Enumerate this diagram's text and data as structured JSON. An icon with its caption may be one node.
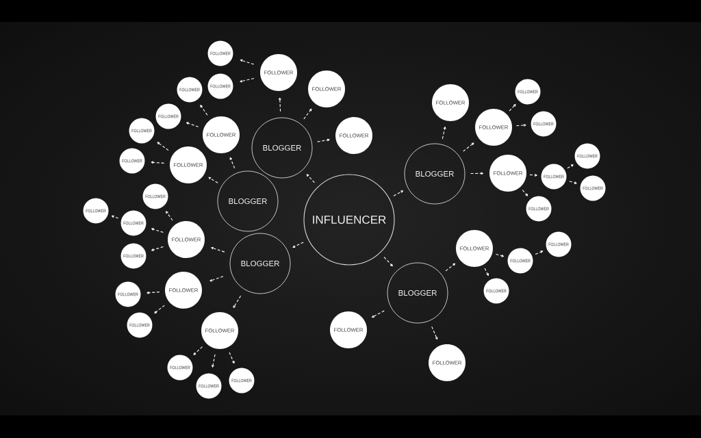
{
  "diagram": {
    "nodes": [
      {
        "text": [
          "INFLUENCER"
        ]
      },
      {
        "text": [
          "BLOGGER"
        ]
      },
      {
        "text": [
          "BLOGGER"
        ]
      },
      {
        "text": [
          "BLOGGER"
        ]
      },
      {
        "text": [
          "BLOGGER"
        ]
      },
      {
        "text": [
          "BLOGGER"
        ]
      },
      {
        "text": [
          "FOLLOWER"
        ]
      },
      {
        "text": [
          "FOLLOWER"
        ]
      },
      {
        "text": [
          "FOLLOWER"
        ]
      },
      {
        "text": [
          "FOLLOWER"
        ]
      },
      {
        "text": [
          "FOLLOWER"
        ]
      },
      {
        "text": [
          "FOLLOWER"
        ]
      },
      {
        "text": [
          "FOLLOWER"
        ]
      },
      {
        "text": [
          "FOLLOWER"
        ]
      },
      {
        "text": [
          "FOLLOWER"
        ]
      },
      {
        "text": [
          "FOLLOWER"
        ]
      },
      {
        "text": [
          "FOLLOWER"
        ]
      },
      {
        "text": [
          "FOLLOWER"
        ]
      },
      {
        "text": [
          "FOLLOWER"
        ]
      },
      {
        "text": [
          "FOLLOWER"
        ]
      },
      {
        "text": [
          "FOLLOWER"
        ]
      },
      {
        "text": [
          "FOLLOWER"
        ]
      },
      {
        "text": [
          "FOLLOWER"
        ]
      },
      {
        "text": [
          "FOLLOWER"
        ]
      },
      {
        "text": [
          "FOLLOWER"
        ]
      },
      {
        "text": [
          "FOLLOWER"
        ]
      },
      {
        "text": [
          "FOLLOWER"
        ]
      },
      {
        "text": [
          "FOLLOWER"
        ]
      },
      {
        "text": [
          "FOLLOWER"
        ]
      },
      {
        "text": [
          "FOLLOWER"
        ]
      },
      {
        "text": [
          "FOLLOWER"
        ]
      },
      {
        "text": [
          "FOLLOWER"
        ]
      },
      {
        "text": [
          "FOLLOWER"
        ]
      },
      {
        "text": [
          "FOLLOWER"
        ]
      },
      {
        "text": [
          "FOLLOWER"
        ]
      },
      {
        "text": [
          "FOLLOWER"
        ]
      },
      {
        "text": [
          "FOLLOWER"
        ]
      },
      {
        "text": [
          "FOLLOWER"
        ]
      },
      {
        "text": [
          "FOLLOWER"
        ]
      },
      {
        "text": [
          "FOLLOWER"
        ]
      },
      {
        "text": [
          "FOLLOWER"
        ]
      },
      {
        "text": [
          "FOLLOWER"
        ]
      },
      {
        "text": [
          "FOLLOWER"
        ]
      },
      {
        "text": [
          "FOLLOWER"
        ]
      }
    ],
    "edges": [
      {
        "from": 0,
        "to": 1,
        "arrow": "to",
        "style": "dashed"
      },
      {
        "from": 0,
        "to": 3,
        "arrow": "to",
        "style": "dashed"
      },
      {
        "from": 0,
        "to": 4,
        "arrow": "to",
        "style": "dashed"
      },
      {
        "from": 0,
        "to": 5,
        "arrow": "to",
        "style": "dashed"
      },
      {
        "from": 1,
        "to": 6,
        "arrow": "to",
        "style": "dashed"
      },
      {
        "from": 1,
        "to": 9,
        "arrow": "to",
        "style": "dashed"
      },
      {
        "from": 1,
        "to": 10,
        "arrow": "to",
        "style": "dashed"
      },
      {
        "from": 6,
        "to": 7,
        "arrow": "to",
        "style": "dashed"
      },
      {
        "from": 6,
        "to": 8,
        "arrow": "to",
        "style": "dashed"
      },
      {
        "from": 2,
        "to": 11,
        "arrow": "to",
        "style": "dashed"
      },
      {
        "from": 2,
        "to": 14,
        "arrow": "to",
        "style": "dashed"
      },
      {
        "from": 11,
        "to": 12,
        "arrow": "to",
        "style": "dashed"
      },
      {
        "from": 11,
        "to": 13,
        "arrow": "to",
        "style": "dashed"
      },
      {
        "from": 14,
        "to": 15,
        "arrow": "to",
        "style": "dashed"
      },
      {
        "from": 14,
        "to": 16,
        "arrow": "to",
        "style": "dashed"
      },
      {
        "from": 3,
        "to": 17,
        "arrow": "to",
        "style": "dashed"
      },
      {
        "from": 3,
        "to": 22,
        "arrow": "to",
        "style": "dashed"
      },
      {
        "from": 3,
        "to": 25,
        "arrow": "to",
        "style": "dashed"
      },
      {
        "from": 17,
        "to": 18,
        "arrow": "to",
        "style": "dashed"
      },
      {
        "from": 17,
        "to": 19,
        "arrow": "to",
        "style": "dashed"
      },
      {
        "from": 17,
        "to": 21,
        "arrow": "to",
        "style": "dashed"
      },
      {
        "from": 19,
        "to": 20,
        "arrow": "to",
        "style": "dashed"
      },
      {
        "from": 22,
        "to": 23,
        "arrow": "to",
        "style": "dashed"
      },
      {
        "from": 22,
        "to": 24,
        "arrow": "to",
        "style": "dashed"
      },
      {
        "from": 25,
        "to": 26,
        "arrow": "to",
        "style": "dashed"
      },
      {
        "from": 25,
        "to": 27,
        "arrow": "to",
        "style": "dashed"
      },
      {
        "from": 25,
        "to": 28,
        "arrow": "to",
        "style": "dashed"
      },
      {
        "from": 4,
        "to": 29,
        "arrow": "to",
        "style": "dashed"
      },
      {
        "from": 4,
        "to": 30,
        "arrow": "to",
        "style": "dashed"
      },
      {
        "from": 4,
        "to": 33,
        "arrow": "to",
        "style": "dashed"
      },
      {
        "from": 30,
        "to": 31,
        "arrow": "to",
        "style": "dashed"
      },
      {
        "from": 30,
        "to": 32,
        "arrow": "to",
        "style": "dashed"
      },
      {
        "from": 33,
        "to": 34,
        "arrow": "to",
        "style": "dashed"
      },
      {
        "from": 33,
        "to": 37,
        "arrow": "to",
        "style": "dashed"
      },
      {
        "from": 34,
        "to": 35,
        "arrow": "to",
        "style": "dashed"
      },
      {
        "from": 34,
        "to": 36,
        "arrow": "to",
        "style": "dashed"
      },
      {
        "from": 5,
        "to": 38,
        "arrow": "to",
        "style": "dashed"
      },
      {
        "from": 5,
        "to": 42,
        "arrow": "to",
        "style": "dashed"
      },
      {
        "from": 5,
        "to": 43,
        "arrow": "to",
        "style": "dashed"
      },
      {
        "from": 38,
        "to": 39,
        "arrow": "to",
        "style": "dashed"
      },
      {
        "from": 38,
        "to": 41,
        "arrow": "to",
        "style": "dashed"
      },
      {
        "from": 39,
        "to": 40,
        "arrow": "to",
        "style": "dashed"
      }
    ]
  }
}
